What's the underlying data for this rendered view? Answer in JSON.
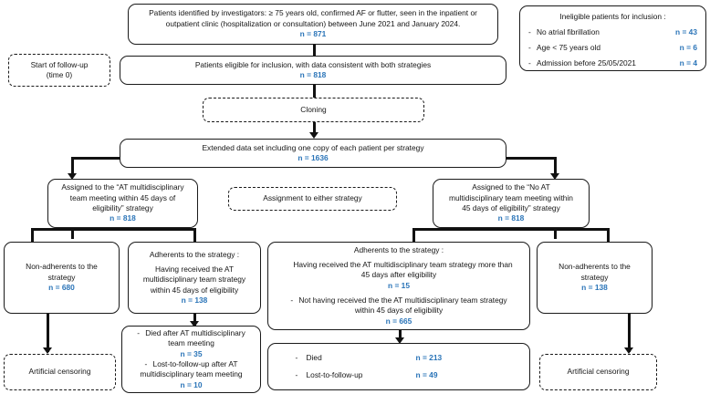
{
  "figure": {
    "type": "study-flow-diagram",
    "accent_blue": "#2a74b8",
    "box_border": "#1a1a1a"
  },
  "nodes": {
    "identified": {
      "line1": "Patients identified by investigators: ≥ 75 years old, confirmed AF or flutter, seen in the inpatient or",
      "line2": "outpatient clinic (hospitalization or consultation) between June 2021 and January 2024.",
      "count": "n = 871"
    },
    "ineligible": {
      "header": "Ineligible patients for inclusion :",
      "rows": [
        {
          "dash": "-",
          "label": "No atrial fibrillation",
          "value": "n = 43"
        },
        {
          "dash": "-",
          "label": "Age < 75 years old",
          "value": "n = 6"
        },
        {
          "dash": "-",
          "label": "Admission before 25/05/2021",
          "value": "n = 4"
        }
      ]
    },
    "start_followup": {
      "line1": "Start of follow-up",
      "line2": "(time 0)"
    },
    "eligible": {
      "line1": "Patients eligible for inclusion, with data consistent with both strategies",
      "count": "n = 818"
    },
    "cloning": {
      "label": "Cloning"
    },
    "extended": {
      "line1": "Extended data set including one copy of each patient per strategy",
      "count": "n = 1636"
    },
    "assigned_at": {
      "line1": "Assigned to the “AT multidisciplinary",
      "line2": "team meeting  within 45 days of",
      "line3": "eligibility” strategy",
      "count": "n = 818"
    },
    "assignment_note": {
      "label": "Assignment to either strategy"
    },
    "assigned_noat": {
      "line1": "Assigned to the “No AT",
      "line2": "multidisciplinary team meeting within",
      "line3": "45 days of eligibility” strategy",
      "count": "n = 818"
    },
    "nonadherents_left": {
      "line1": "Non-adherents to the",
      "line2": "strategy",
      "count": "n = 680"
    },
    "adherents_left": {
      "header": "Adherents to the strategy :",
      "line1": "Having received the AT",
      "line2": "multidisciplinary team strategy",
      "line3": "within 45 days of eligibility",
      "count": "n = 138"
    },
    "adherents_right": {
      "header": "Adherents to the strategy :",
      "item1": {
        "dash": "",
        "line1": "Having received the AT multidisciplinary team strategy more than",
        "line2": "45 days after eligibility",
        "count": "n = 15"
      },
      "item2": {
        "dash": "-",
        "line1": "Not having received the the AT multidisciplinary team strategy",
        "line2": "within 45 days of eligibility",
        "count": "n = 665"
      }
    },
    "nonadherents_right": {
      "line1": "Non-adherents to the",
      "line2": "strategy",
      "count": "n = 138"
    },
    "outcomes_left": {
      "item1": {
        "dash": "-",
        "line1": "Died after AT multidisciplinary",
        "line2": "team meeting",
        "count": "n = 35"
      },
      "item2": {
        "dash": "-",
        "line1": "Lost-to-follow-up after AT",
        "line2": "multidisciplinary team meeting",
        "count": "n = 10"
      }
    },
    "outcomes_right": {
      "rows": [
        {
          "dash": "-",
          "label": "Died",
          "value": "n = 213"
        },
        {
          "dash": "-",
          "label": "Lost-to-follow-up",
          "value": "n = 49"
        }
      ]
    },
    "censoring_left": {
      "label": "Artificial censoring"
    },
    "censoring_right": {
      "label": "Artificial censoring"
    }
  }
}
